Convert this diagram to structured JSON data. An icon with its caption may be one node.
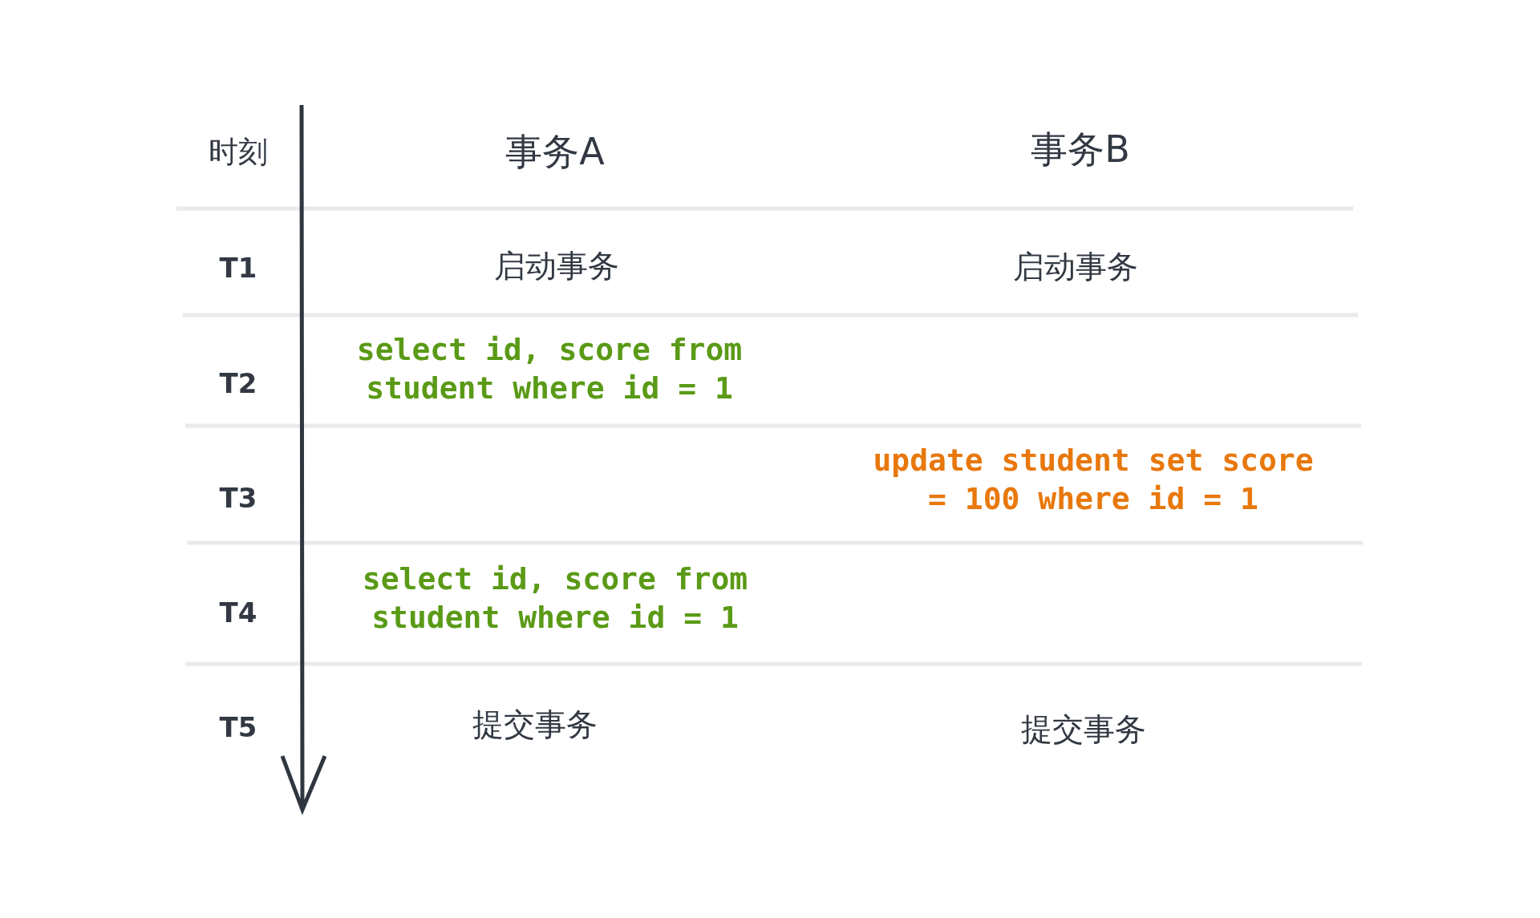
{
  "diagram": {
    "labels": [
      "时刻",
      "事务A",
      "事务B",
      "T1",
      "启动事务",
      "启动事务",
      "T2",
      "select id, score from student where id = 1",
      "T3",
      "update student set score = 100 where id = 1",
      "T4",
      "select id, score from student where id = 1",
      "T5",
      "提交事务",
      "提交事务"
    ]
  }
}
